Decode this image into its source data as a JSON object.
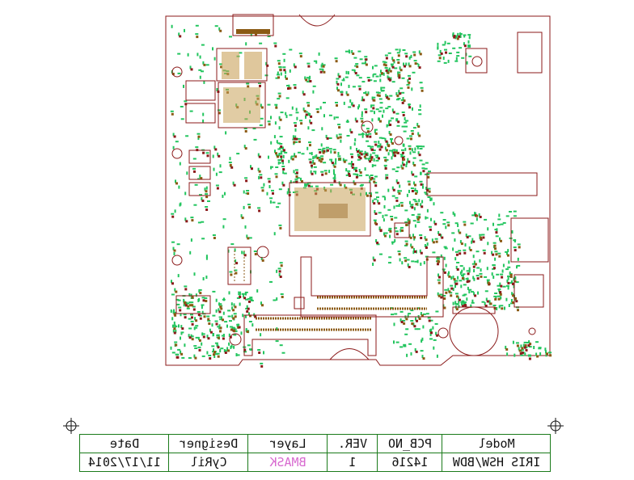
{
  "title_block": {
    "headers": {
      "date": "Date",
      "designer": "Designer",
      "layer": "Layer",
      "ver": "VER.",
      "pcb_no": "PCB_NO",
      "model": "Model"
    },
    "values": {
      "date": "11/17/2014",
      "designer": "CyRil",
      "layer": "BMASK",
      "ver": "1",
      "pcb_no": "14216",
      "model": "IRIS HSW/BDW"
    }
  },
  "colors": {
    "outline": "#8b1a1a",
    "pad": "#8b5a14",
    "silkscreen": "#22c55e",
    "table_border": "#1a7a1a",
    "layer_text": "#d86bd0"
  }
}
